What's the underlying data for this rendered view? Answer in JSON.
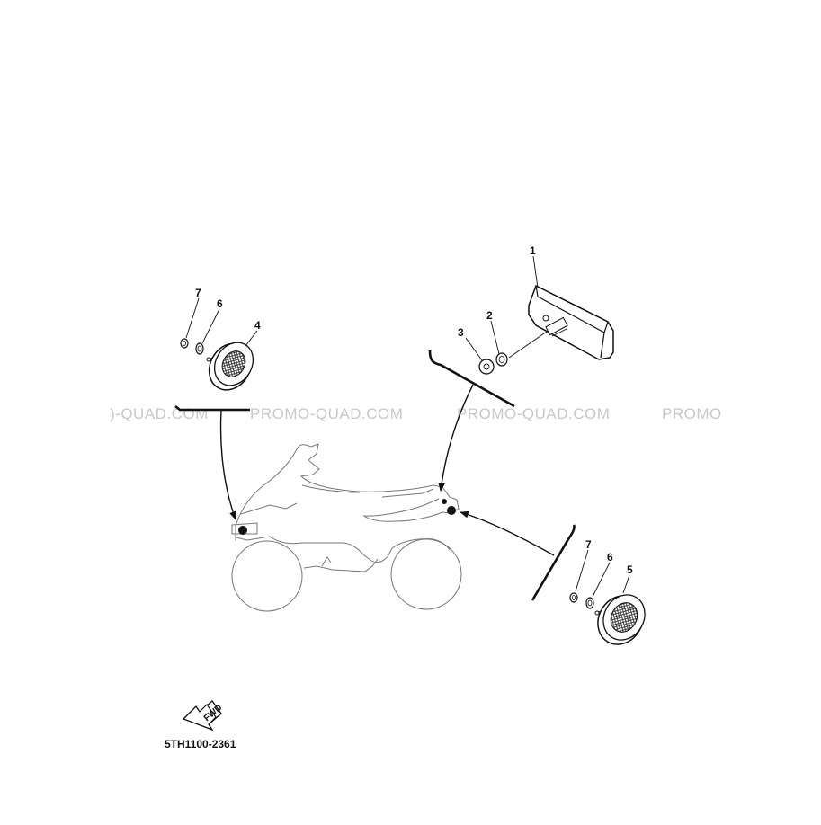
{
  "watermark": {
    "texts": [
      ")-QUAD.COM",
      "PROMO-QUAD.COM",
      "PROMO-QUAD.COM",
      "PROMO"
    ]
  },
  "callouts": {
    "reflector_rear": "1",
    "nut_washer_2": "2",
    "nut_3": "3",
    "reflector_front_left": "4",
    "reflector_rear_right": "5",
    "washer_left": "6",
    "nut_left": "7",
    "washer_right": "6",
    "nut_right": "7"
  },
  "fwd_label": "FWD",
  "part_code": "5TH1100-2361",
  "colors": {
    "line": "#111111",
    "quad_outline": "#777777",
    "watermark": "#c8c8c8",
    "background": "#ffffff"
  }
}
